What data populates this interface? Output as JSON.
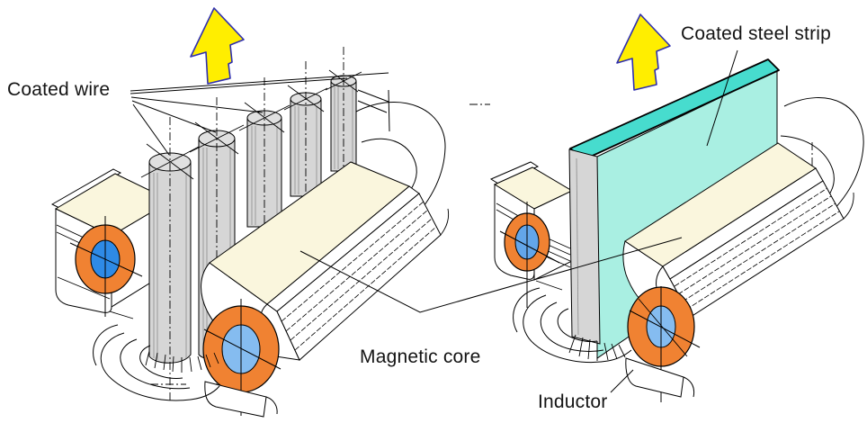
{
  "title": "Induction heating diagram: coated wire and coated steel strip in magnetic core with inductor",
  "labels": {
    "coated_wire": "Coated wire",
    "coated_steel_strip": "Coated steel strip",
    "magnetic_core": "Magnetic core",
    "inductor": "Inductor"
  },
  "icons": {
    "left_motion_arrow": "up-arrow",
    "right_motion_arrow": "up-arrow"
  },
  "figure": {
    "left_workpiece": "coated wires",
    "left_wire_count": 5,
    "right_workpiece": "coated steel strip",
    "motion_direction": "up"
  },
  "colors": {
    "background": "#ffffff",
    "core_top": "#faf6dd",
    "core_face": "#ffffff",
    "wire_gray": "#d6d6d6",
    "wire_gray_light": "#e0e0e0",
    "strip_cyan": "#a9efe2",
    "strip_top_cyan": "#47dcce",
    "inductor_orange": "#f08232",
    "inductor_blue_dark": "#2e8ae6",
    "inductor_blue_medium": "#63a6ea",
    "inductor_blue_light": "#85bcf0",
    "arrow_yellow": "#ffee00",
    "arrow_outline": "#2f2fb0",
    "line": "#000000",
    "text": "#141414"
  }
}
